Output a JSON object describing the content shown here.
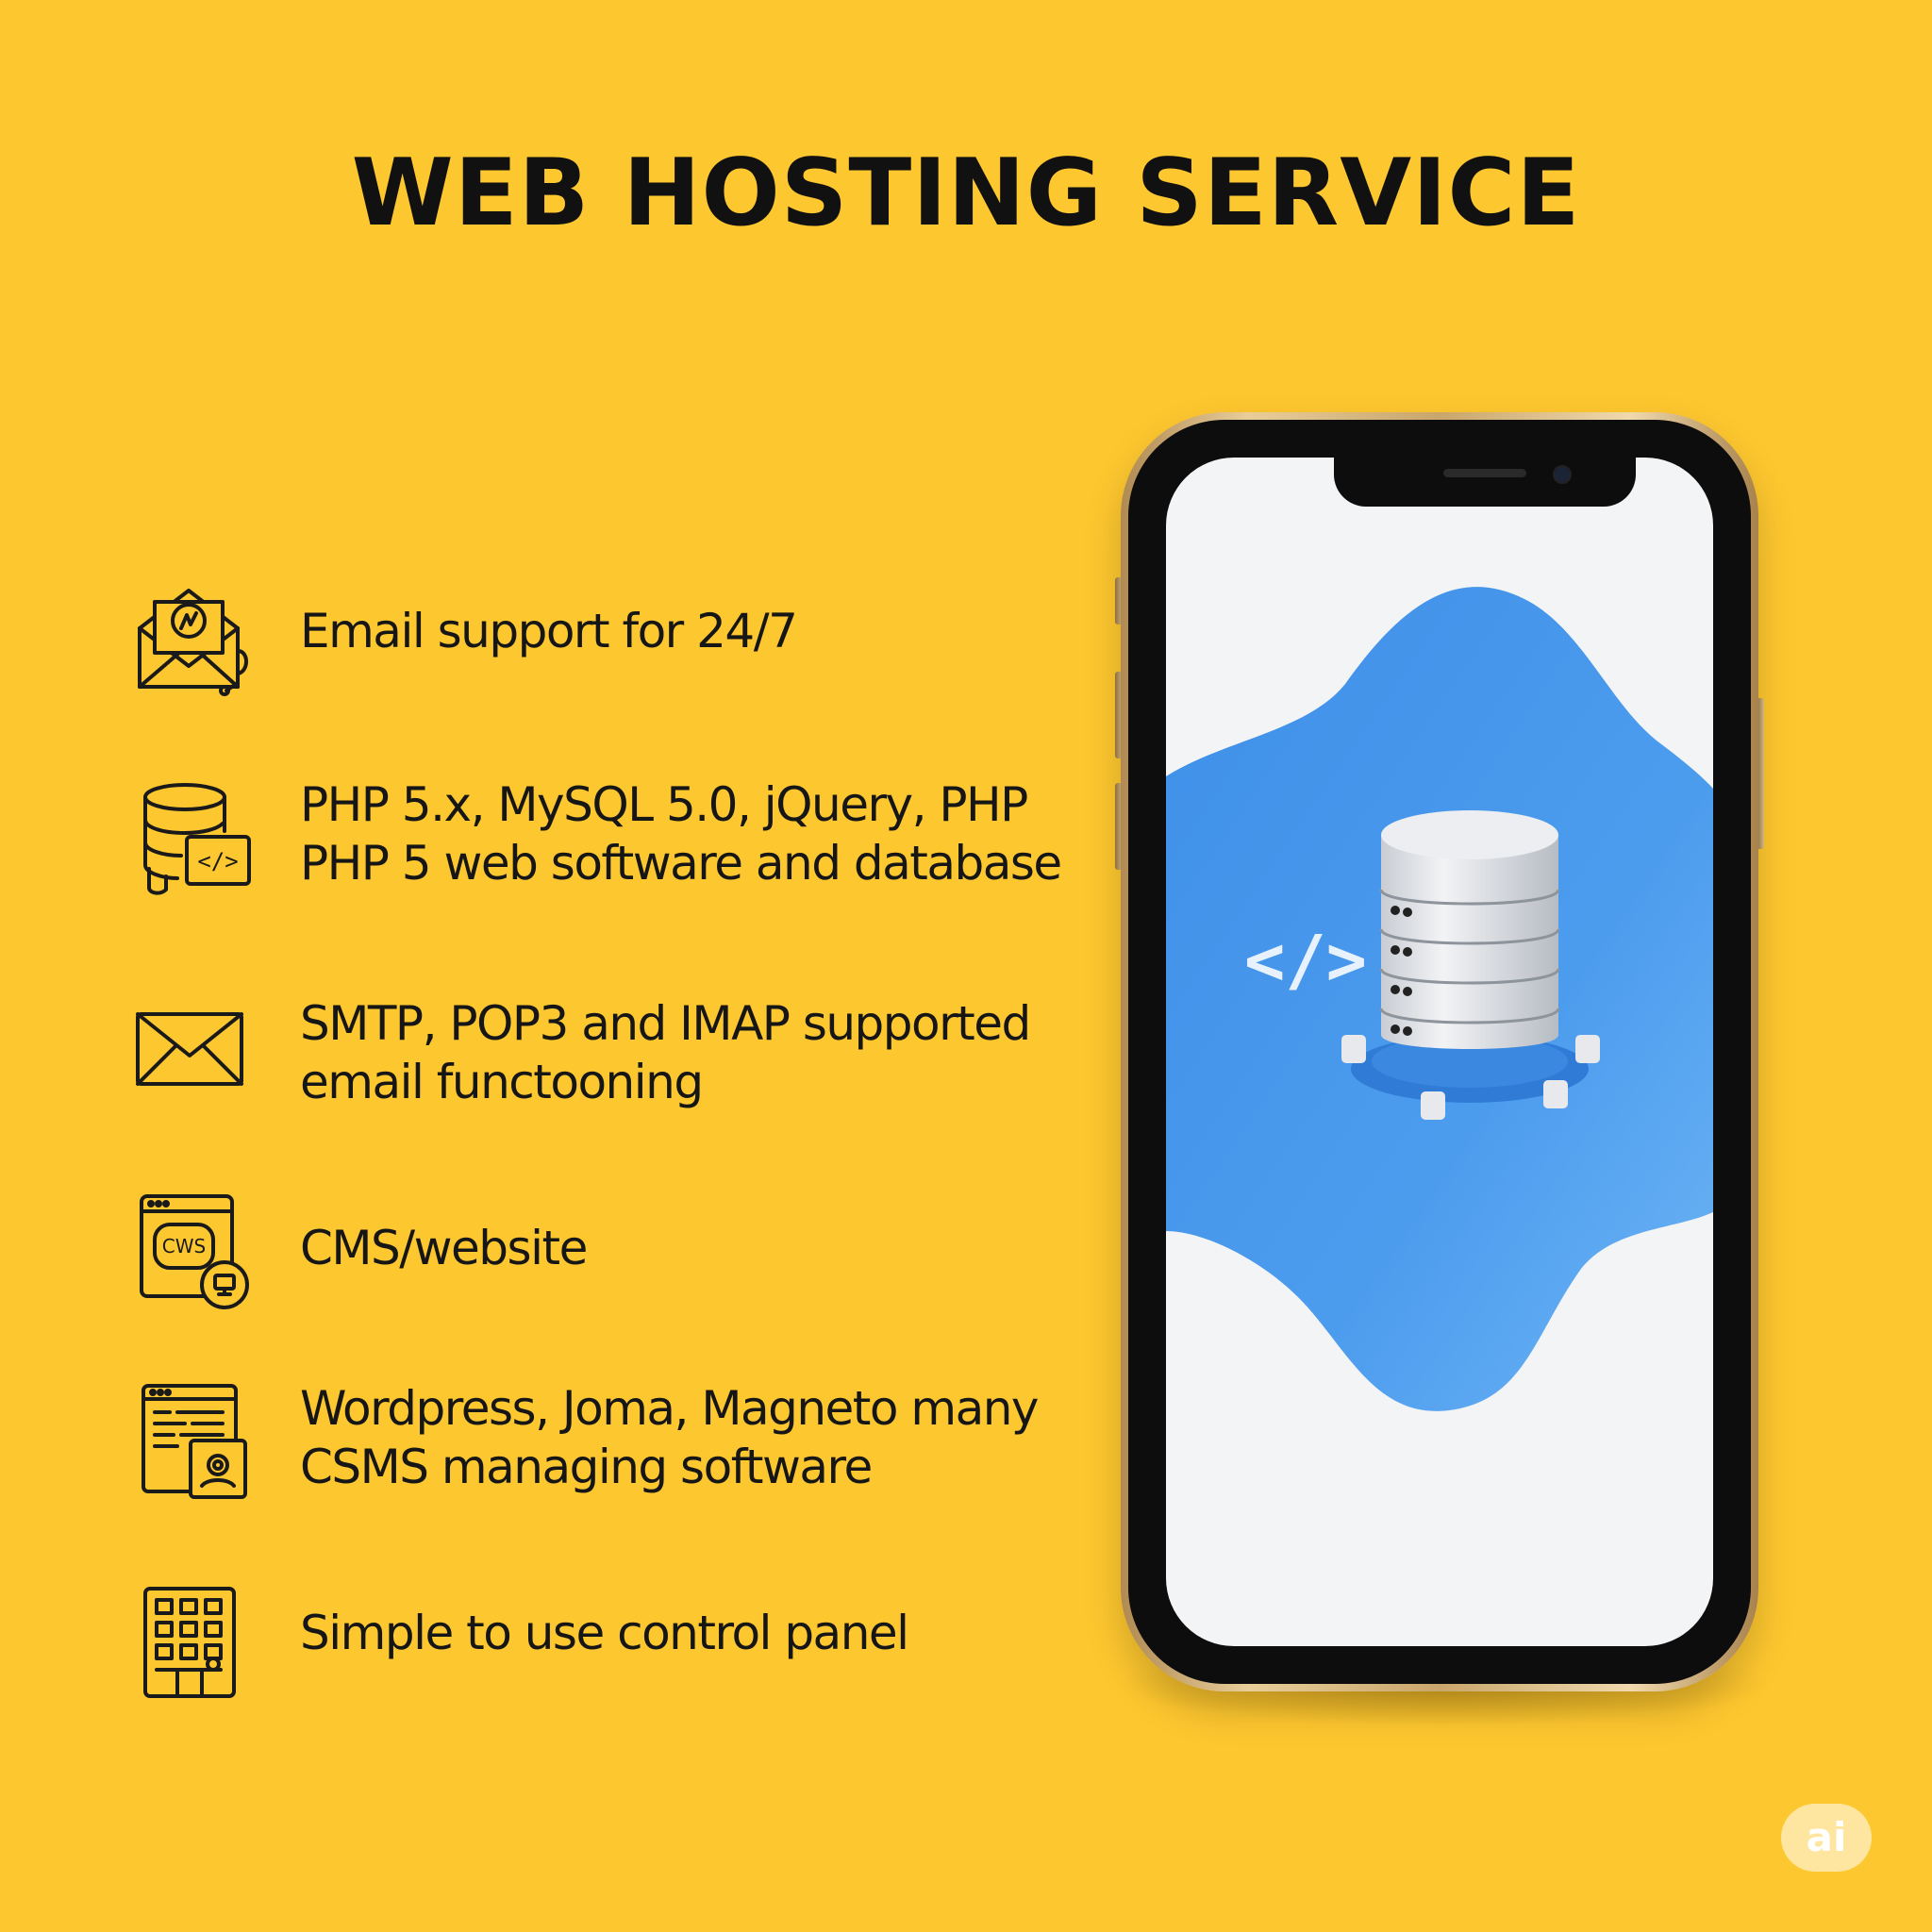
{
  "title": "WEB HOSTING SERVICE",
  "background_color": "#FDC72F",
  "accent_color": "#3D8FE6",
  "features": [
    {
      "icon": "email-support-icon",
      "lines": [
        "Email support for 24/7"
      ]
    },
    {
      "icon": "database-code-icon",
      "lines": [
        "PHP 5.x, MySQL 5.0, jQuery, PHP",
        "PHP 5 web software and database"
      ]
    },
    {
      "icon": "envelope-icon",
      "lines": [
        "SMTP, POP3 and IMAP supported",
        "email functooning"
      ]
    },
    {
      "icon": "cms-website-icon",
      "lines": [
        "CMS/website"
      ]
    },
    {
      "icon": "cms-software-icon",
      "lines": [
        "Wordpress, Joma, Magneto many",
        "CSMS managing software"
      ]
    },
    {
      "icon": "control-panel-icon",
      "lines": [
        "Simple to use control panel"
      ]
    }
  ],
  "icons": {
    "cms_badge": "CWS",
    "code_tag": "</>"
  },
  "phone": {
    "code_tag": "</>"
  },
  "watermark": "ai"
}
